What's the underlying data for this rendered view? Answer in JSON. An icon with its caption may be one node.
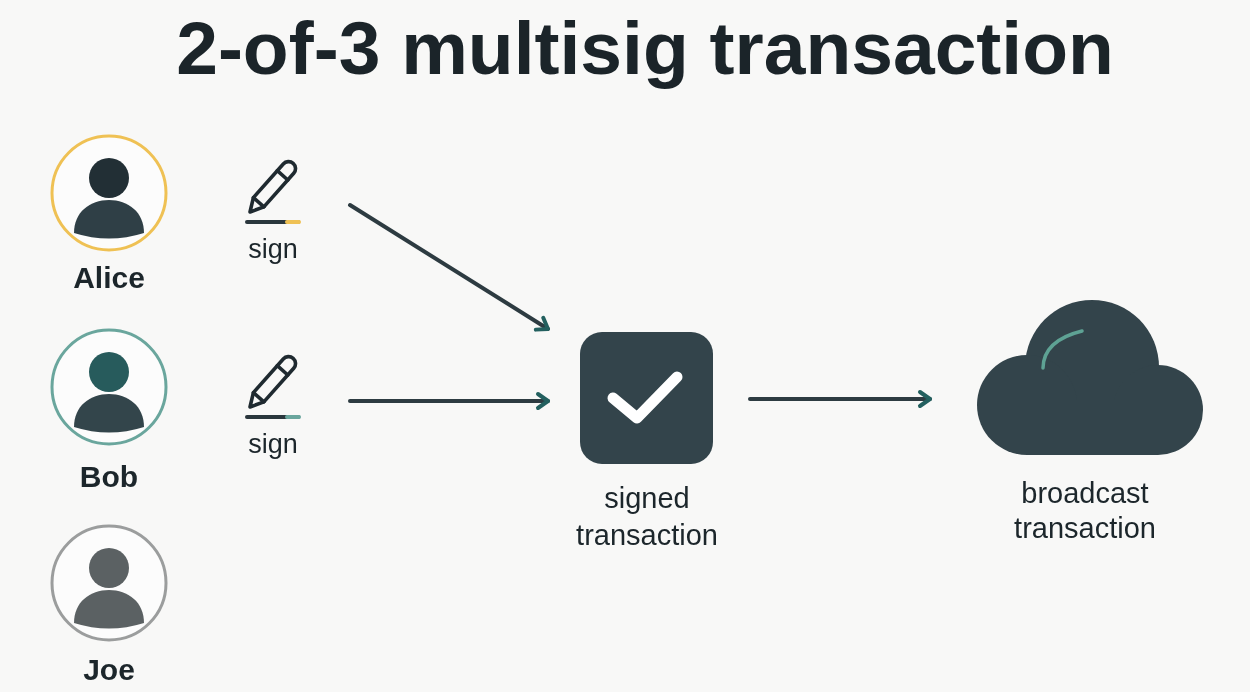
{
  "diagram": {
    "title": "2-of-3 multisig transaction",
    "nodes": [
      {
        "text": [
          "Alice"
        ]
      },
      {
        "text": [
          "sign"
        ]
      },
      {
        "text": [
          "Bob"
        ]
      },
      {
        "text": [
          "sign"
        ]
      },
      {
        "text": [
          "Joe"
        ]
      },
      {
        "text": [
          "signed transaction"
        ]
      },
      {
        "text": [
          "broadcast transaction"
        ]
      }
    ],
    "edges": [
      {
        "from": 1,
        "to": 5,
        "arrow": "to"
      },
      {
        "from": 3,
        "to": 5,
        "arrow": "to"
      },
      {
        "from": 5,
        "to": 6,
        "arrow": "to"
      }
    ]
  }
}
